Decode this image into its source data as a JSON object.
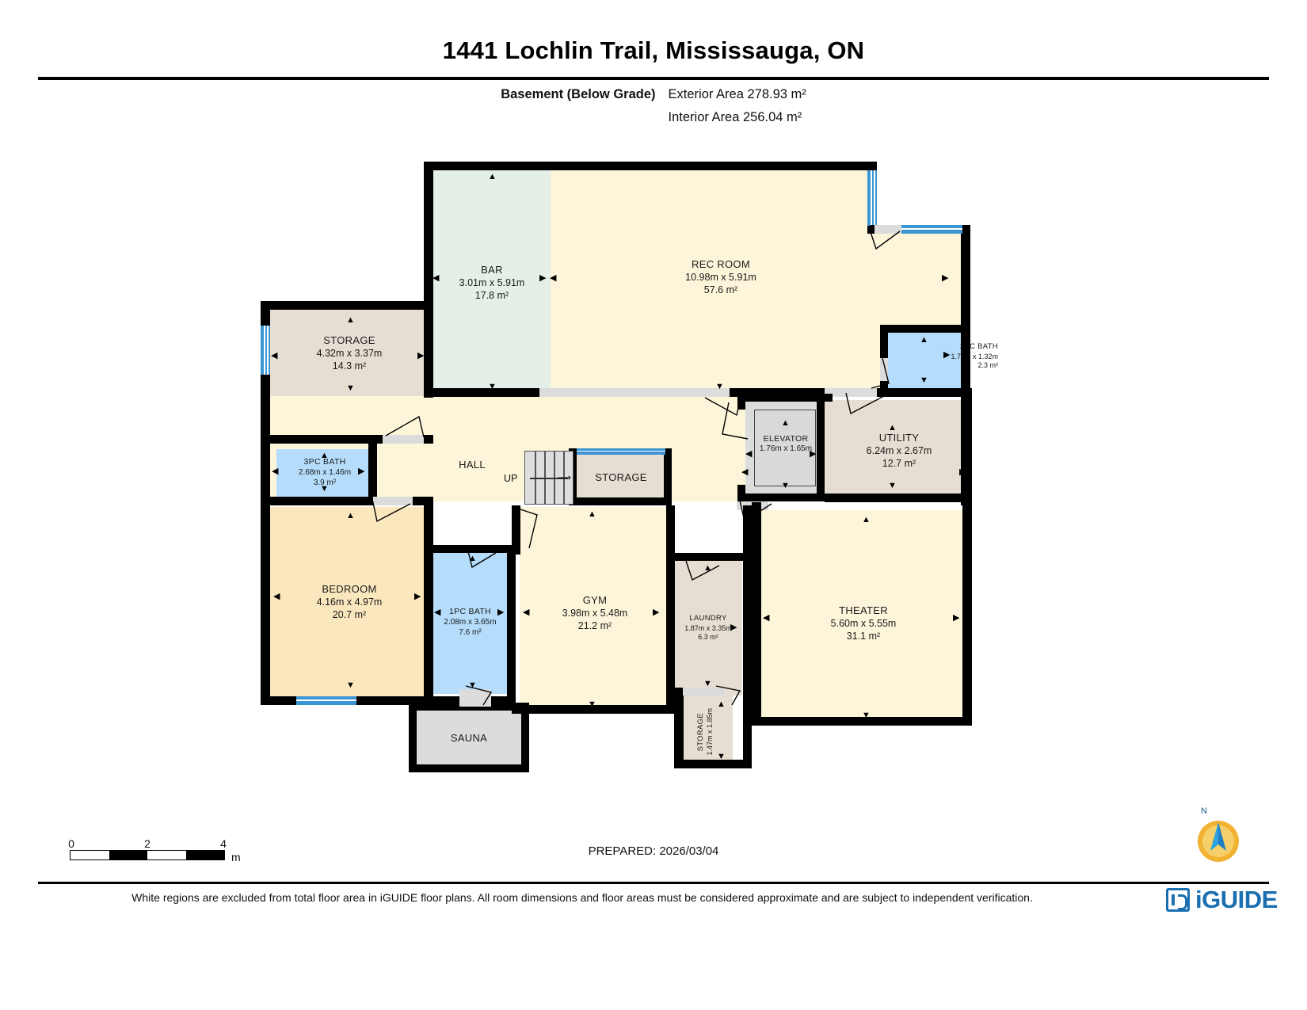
{
  "header": {
    "title": "1441 Lochlin Trail, Mississauga, ON",
    "level_label": "Basement (Below Grade)",
    "exterior_area": "Exterior Area 278.93 m²",
    "interior_area": "Interior Area 256.04 m²"
  },
  "footer": {
    "prepared": "PREPARED: 2026/03/04",
    "disclaimer": "White regions are excluded from total floor area in iGUIDE floor plans. All room dimensions and floor areas must be considered approximate and are subject to independent verification.",
    "logo_text": "iGUIDE",
    "compass_north": "N"
  },
  "scale": {
    "unit": "m",
    "ticks": [
      "0",
      "2",
      "4"
    ]
  },
  "stairs": {
    "label": "UP"
  },
  "rooms": [
    {
      "key": "bar",
      "name": "BAR",
      "dim": "3.01m x 5.91m",
      "area": "17.8 m²"
    },
    {
      "key": "rec_room",
      "name": "REC ROOM",
      "dim": "10.98m x 5.91m",
      "area": "57.6 m²"
    },
    {
      "key": "storage_nw",
      "name": "STORAGE",
      "dim": "4.32m x 3.37m",
      "area": "14.3 m²"
    },
    {
      "key": "bath_2pc",
      "name": "2PC BATH",
      "dim": "1.78m x 1.32m",
      "area": "2.3 m²"
    },
    {
      "key": "bath_3pc",
      "name": "3PC BATH",
      "dim": "2.68m x 1.46m",
      "area": "3.9 m²"
    },
    {
      "key": "hall",
      "name": "HALL",
      "dim": "",
      "area": ""
    },
    {
      "key": "storage_mid",
      "name": "STORAGE",
      "dim": "",
      "area": ""
    },
    {
      "key": "elevator",
      "name": "ELEVATOR",
      "dim": "1.76m x 1.65m",
      "area": ""
    },
    {
      "key": "utility",
      "name": "UTILITY",
      "dim": "6.24m x 2.67m",
      "area": "12.7 m²"
    },
    {
      "key": "bedroom",
      "name": "BEDROOM",
      "dim": "4.16m x 4.97m",
      "area": "20.7 m²"
    },
    {
      "key": "bath_1pc",
      "name": "1PC BATH",
      "dim": "2.08m x 3.65m",
      "area": "7.6 m²"
    },
    {
      "key": "gym",
      "name": "GYM",
      "dim": "3.98m x 5.48m",
      "area": "21.2 m²"
    },
    {
      "key": "laundry",
      "name": "LAUNDRY",
      "dim": "1.87m x 3.35m",
      "area": "6.3 m²"
    },
    {
      "key": "theater",
      "name": "THEATER",
      "dim": "5.60m x 5.55m",
      "area": "31.1 m²"
    },
    {
      "key": "sauna",
      "name": "SAUNA",
      "dim": "",
      "area": ""
    },
    {
      "key": "storage_s",
      "name": "STORAGE",
      "dim": "1.47m x 1.85m",
      "area": ""
    }
  ],
  "colors": {
    "cream": "#fdf5da",
    "wheat": "#fbe7bd",
    "mint": "#e4efe8",
    "beige": "#e6ded2",
    "blue": "#b5ddfb",
    "gray": "#dcdcdc",
    "wall": "#000000",
    "window": "#3d96d4",
    "brand": "#1a6fb0"
  }
}
